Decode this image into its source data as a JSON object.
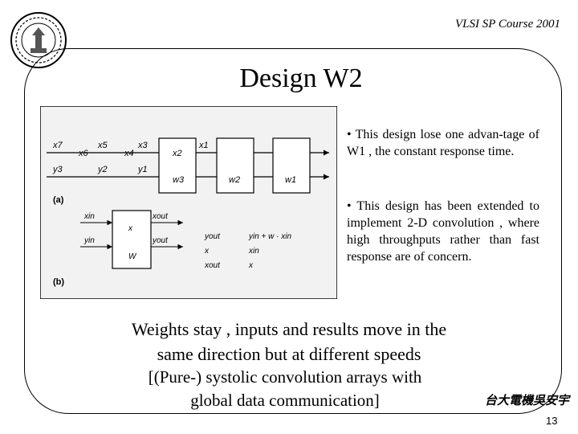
{
  "header": {
    "course": "VLSI SP Course 2001"
  },
  "title": "Design W2",
  "bullets": [
    "• This design lose one advan-tage of W1 , the constant response time.",
    "• This design has been extended to implement 2-D convolution , where high throughputs rather than fast response are of concern."
  ],
  "summary": [
    "Weights stay , inputs and results move in the",
    "same direction but at different speeds"
  ],
  "note": [
    "[(Pure-) systolic convolution arrays with",
    "global data communication]"
  ],
  "author": "台大電機吳安宇",
  "page_number": "13",
  "figure": {
    "part_a": {
      "label": "(a)",
      "x_labels": [
        "x7",
        "x6",
        "x5",
        "x4",
        "x3",
        "x2",
        "x1"
      ],
      "y_labels": [
        "y3",
        "y2",
        "y1"
      ],
      "cell_x_labels": [
        "x2",
        "x1"
      ],
      "weights": [
        "w3",
        "w2",
        "w1"
      ]
    },
    "part_b": {
      "label": "(b)",
      "ports": {
        "x_in": "xin",
        "y_in": "yin",
        "x_out": "xout",
        "y_out": "yout",
        "x": "x",
        "w": "W"
      },
      "equations": [
        {
          "lhs": "yout",
          "rhs": "yin + w · xin"
        },
        {
          "lhs": "x",
          "rhs": "xin"
        },
        {
          "lhs": "xout",
          "rhs": "x"
        }
      ]
    }
  },
  "colors": {
    "figure_bg": "#f2f2f2",
    "figure_border": "#000000"
  }
}
